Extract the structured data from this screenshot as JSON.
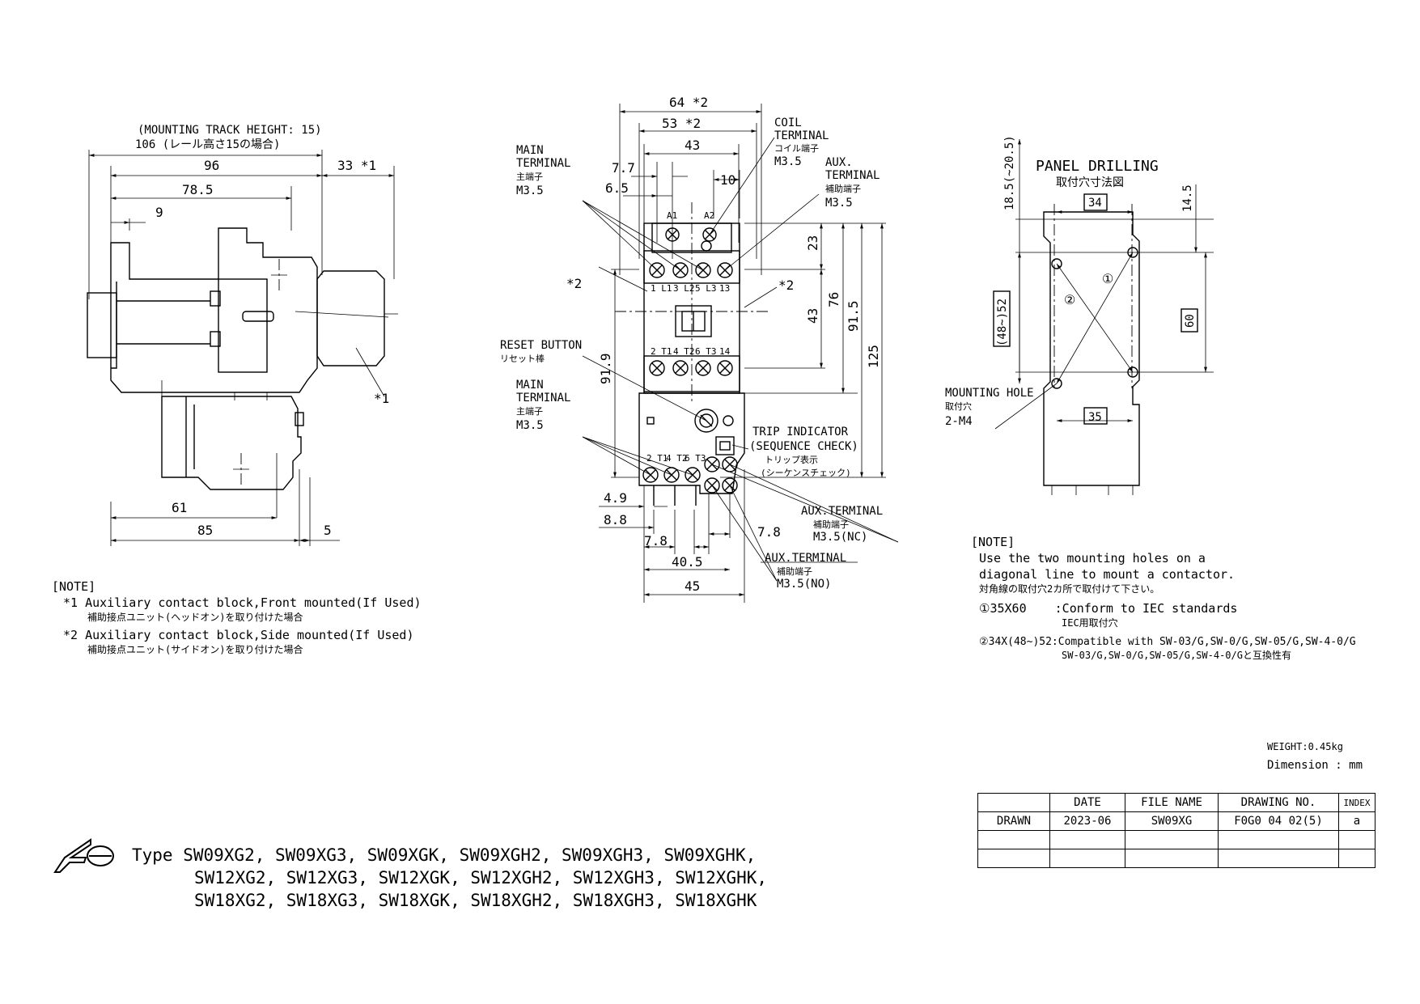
{
  "side_view": {
    "mounting_track_en": "(MOUNTING TRACK HEIGHT: 15)",
    "mounting_track_jp": "106 (レール高さ15の場合)",
    "dims": {
      "d96": "96",
      "d33": "33 *1",
      "d78_5": "78.5",
      "d9": "9",
      "d61": "61",
      "d85": "85",
      "d5": "5"
    },
    "callout_1": "*1"
  },
  "front_view": {
    "dims": {
      "d64": "64 *2",
      "d53": "53 *2",
      "d43top": "43",
      "d10": "10",
      "d7_7": "7.7",
      "d6_5": "6.5",
      "d23": "23",
      "d76": "76",
      "d91_5": "91.5",
      "d125": "125",
      "d43": "43",
      "d91_9": "91.9",
      "d4_9": "4.9",
      "d8_8": "8.8",
      "d7_8a": "7.8",
      "d40_5": "40.5",
      "d45": "45",
      "d7_8b": "7.8"
    },
    "star2_left": "*2",
    "star2_right": "*2",
    "main_terminal_top": [
      "MAIN",
      "TERMINAL",
      "主端子",
      "M3.5"
    ],
    "coil_terminal": [
      "COIL",
      "TERMINAL",
      "コイル端子",
      "M3.5"
    ],
    "aux_terminal_top": [
      "AUX.",
      "TERMINAL",
      "補助端子",
      "M3.5"
    ],
    "reset_button": [
      "RESET BUTTON",
      "リセット棒"
    ],
    "main_terminal_bottom": [
      "MAIN",
      "TERMINAL",
      "主端子",
      "M3.5"
    ],
    "trip_indicator": [
      "TRIP INDICATOR",
      "(SEQUENCE CHECK)",
      "トリップ表示",
      "(シーケンスチェック)"
    ],
    "aux_nc": [
      "AUX.TERMINAL",
      "補助端子",
      "M3.5(NC)"
    ],
    "aux_no": [
      "AUX.TERMINAL",
      "補助端子",
      "M3.5(NO)"
    ],
    "coil_labels": [
      "A1",
      "A2"
    ],
    "top_terminals": [
      "1 L1",
      "3 L2",
      "5 L3",
      "13"
    ],
    "bottom_terminals": [
      "2 T1",
      "4 T2",
      "6 T3",
      "14"
    ],
    "ol_terminals": [
      "2 T1",
      "4 T2",
      "6 T3"
    ]
  },
  "panel": {
    "title": "PANEL DRILLING",
    "title_jp": "取付穴寸法図",
    "dims": {
      "d18_5": "18.5(~20.5)",
      "d34": "34",
      "d14_5": "14.5",
      "d48": "(48~)52",
      "d60": "60",
      "d35": "35"
    },
    "markers": [
      "①",
      "②"
    ],
    "mounting_hole": [
      "MOUNTING HOLE",
      "取付穴",
      "2-M4"
    ]
  },
  "notes_left": {
    "head": "[NOTE]",
    "n1": "*1  Auxiliary contact block,Front mounted(If Used)",
    "n1_jp": "補助接点ユニット(ヘッドオン)を取り付けた場合",
    "n2": "*2  Auxiliary contact block,Side mounted(If Used)",
    "n2_jp": "補助接点ユニット(サイドオン)を取り付けた場合"
  },
  "notes_right": {
    "head": "[NOTE]",
    "l1": "Use the two mounting holes on a",
    "l2": "diagonal line to mount a contactor.",
    "l3": "対角線の取付穴2カ所で取付けて下さい。",
    "l4a": "①35X60",
    "l4b": ":Conform to IEC standards",
    "l5": "IEC用取付穴",
    "l6": "②34X(48~)52:Compatible with SW-03/G,SW-0/G,SW-05/G,SW-4-0/G",
    "l7": "SW-03/G,SW-0/G,SW-05/G,SW-4-0/Gと互換性有"
  },
  "weight": "WEIGHT:0.45kg",
  "dimension": "Dimension : mm",
  "title_block": {
    "headers": [
      "",
      "DATE",
      "FILE NAME",
      "DRAWING NO.",
      "INDEX"
    ],
    "row": [
      "DRAWN",
      "2023-06",
      "SW09XG",
      "F0G0 04 02(5)",
      "a"
    ]
  },
  "logo": "Fe",
  "type_lines": [
    "Type SW09XG2, SW09XG3, SW09XGK, SW09XGH2, SW09XGH3, SW09XGHK,",
    "SW12XG2, SW12XG3, SW12XGK, SW12XGH2, SW12XGH3, SW12XGHK,",
    "SW18XG2, SW18XG3, SW18XGK, SW18XGH2, SW18XGH3, SW18XGHK"
  ]
}
